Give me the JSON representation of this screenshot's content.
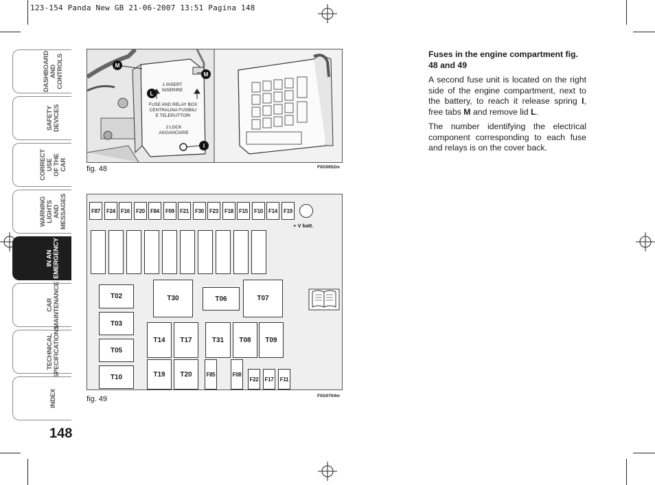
{
  "header": {
    "line": "123-154 Panda New GB  21-06-2007  13:51  Pagina 148"
  },
  "page_number": "148",
  "tabs": [
    {
      "label": "DASHBOARD\nAND CONTROLS",
      "active": false
    },
    {
      "label": "SAFETY\nDEVICES",
      "active": false
    },
    {
      "label": "CORRECT USE\nOF THE CAR",
      "active": false
    },
    {
      "label": "WARNING\nLIGHTS AND\nMESSAGES",
      "active": false
    },
    {
      "label": "IN AN\nEMERGENCY",
      "active": true
    },
    {
      "label": "CAR\nMAINTENANCE",
      "active": false
    },
    {
      "label": "TECHNICAL\nSPECIFICATIONS",
      "active": false
    },
    {
      "label": "INDEX",
      "active": false
    }
  ],
  "figure48": {
    "caption": "fig. 48",
    "code": "F0G0652m",
    "callouts": {
      "m1": "M",
      "m2": "M",
      "l": "L",
      "i": "I"
    },
    "lid_text": {
      "insert": "1 INSERT\nINSERIRE",
      "box": "FUSE AND RELAY BOX\nCENTRALINA FUSIBILI\nE TELERUTTORI",
      "lock": "2 LOCK\nAGGANCIARE"
    }
  },
  "figure49": {
    "caption": "fig. 49",
    "code": "F0G0704m",
    "top_fuses": [
      "F87",
      "F24",
      "F16",
      "F20",
      "F84",
      "F09",
      "F21",
      "F30",
      "F23",
      "F18",
      "F15",
      "F10",
      "F14",
      "F19"
    ],
    "vbatt": "+ V batt.",
    "left_relays": [
      "T02",
      "T03",
      "T05",
      "T10"
    ],
    "big_relays": {
      "t30": "T30",
      "t06": "T06",
      "t07": "T07"
    },
    "mid_relays": {
      "t14": "T14",
      "t17": "T17",
      "t31": "T31",
      "t08": "T08",
      "t09": "T09"
    },
    "bottom_relays": {
      "t19": "T19",
      "t20": "T20"
    },
    "small_fuses": {
      "f85": "F85",
      "f08": "F08",
      "f22": "F22",
      "f17": "F17",
      "f11": "F11"
    }
  },
  "article": {
    "title": "Fuses in the engine compartment fig. 48 and 49",
    "p1_a": "A second fuse unit is located on the right side of the engine compartment, next to the battery, to reach it release spring ",
    "p1_i": "I",
    "p1_b": ", free tabs ",
    "p1_m": "M",
    "p1_c": " and remove lid ",
    "p1_l": "L",
    "p1_d": ".",
    "p2": "The number identifying the electrical component corresponding to each fuse and relays is on the cover back."
  }
}
